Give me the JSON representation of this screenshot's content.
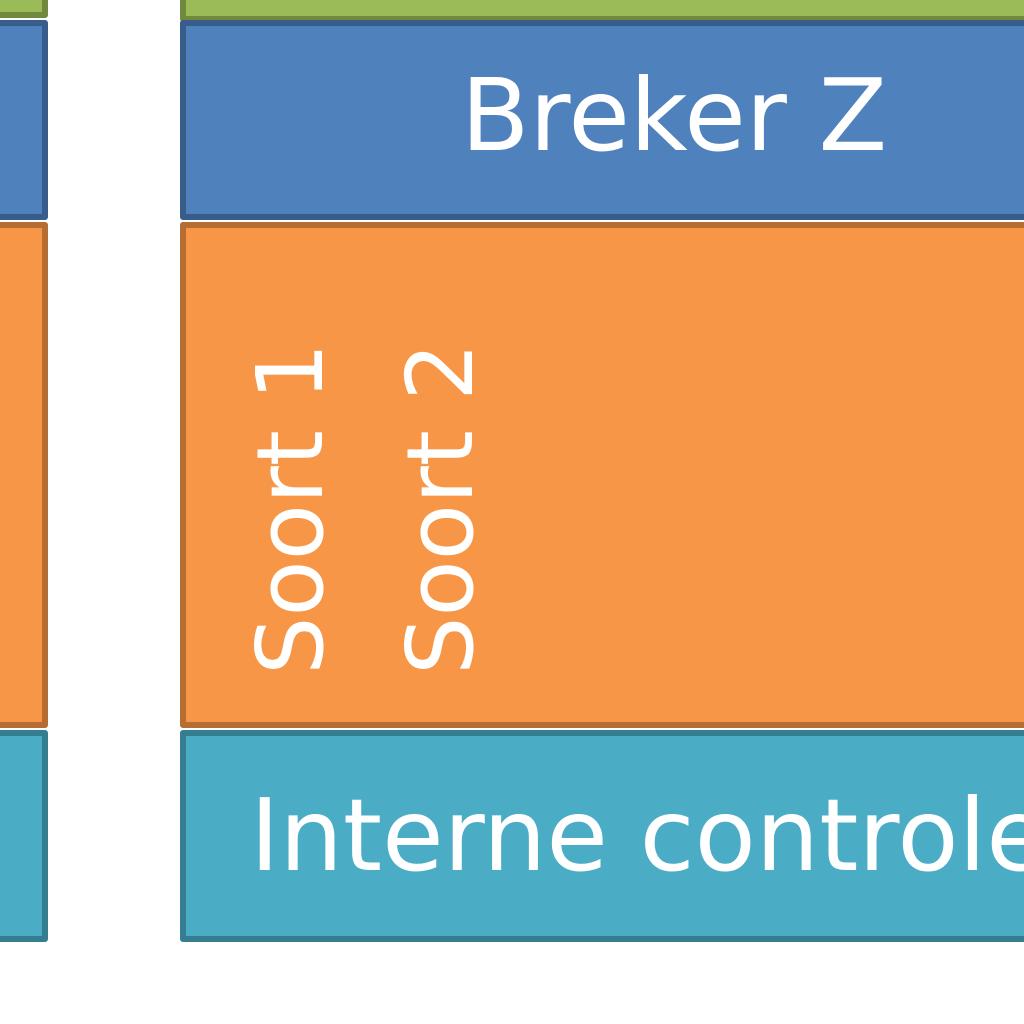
{
  "colors": {
    "green": "#9BBB59",
    "green_border": "#71893F",
    "blue": "#4F81BD",
    "blue_border": "#385D8A",
    "orange": "#F79646",
    "orange_border": "#B66D31",
    "teal": "#4BACC6",
    "teal_border": "#357D91",
    "text": "#FFFFFF"
  },
  "right_column": {
    "blue_block": {
      "label": "Breker Z"
    },
    "orange_block": {
      "items": [
        "Soort 1",
        "Soort 2"
      ]
    },
    "teal_block": {
      "label": "Interne controle"
    }
  }
}
